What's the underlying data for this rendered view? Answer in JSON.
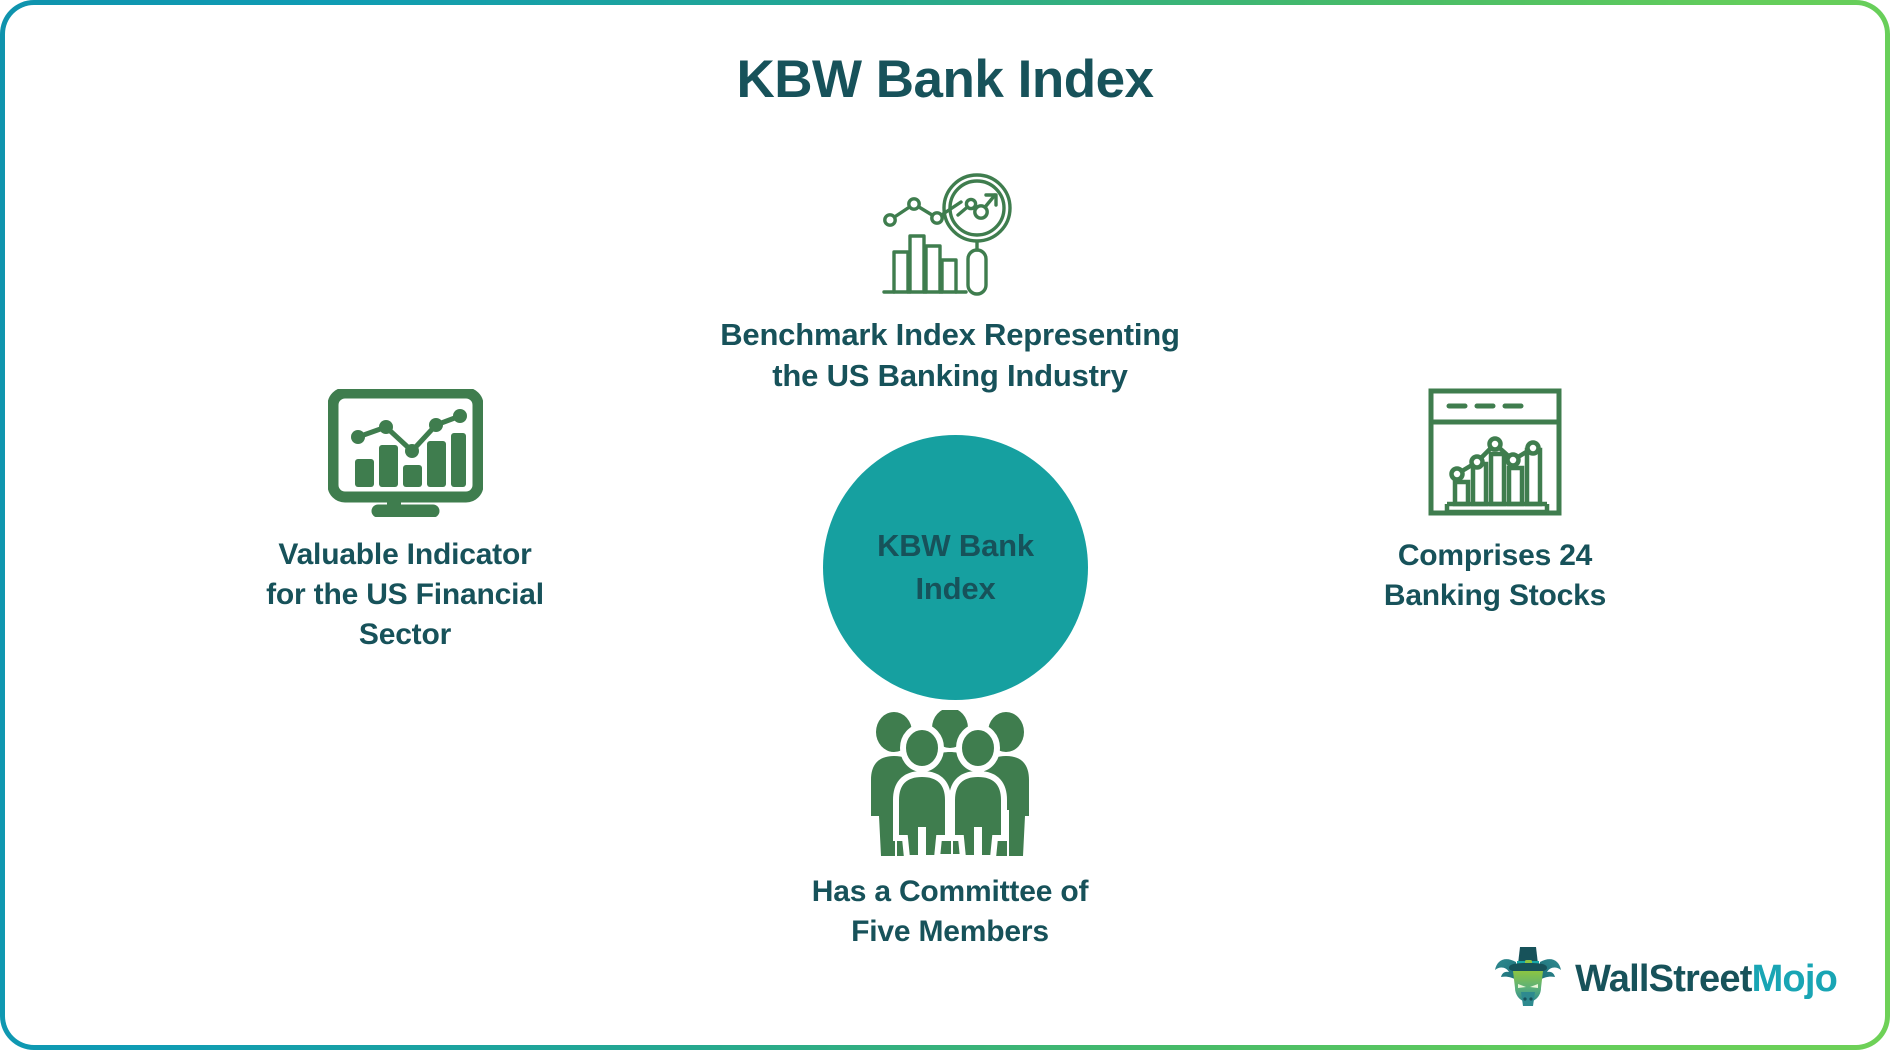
{
  "title": "KBW Bank Index",
  "colors": {
    "heading": "#17525a",
    "icon_green": "#3f7d4e",
    "center_fill": "#16a0a0",
    "border_start": "#0f93ad",
    "border_end": "#6ed157",
    "logo_primary": "#17525a",
    "logo_accent": "#19a5b4"
  },
  "center": {
    "line1": "KBW Bank",
    "line2": "Index"
  },
  "nodes": [
    {
      "id": "top",
      "icon": "magnifier-chart-icon",
      "label_line1": "Benchmark Index Representing",
      "label_line2": "the US Banking Industry"
    },
    {
      "id": "left",
      "icon": "monitor-bar-chart-icon",
      "label_line1": "Valuable Indicator",
      "label_line2": "for the US Financial",
      "label_line3": "Sector"
    },
    {
      "id": "right",
      "icon": "window-bar-chart-icon",
      "label_line1": "Comprises 24",
      "label_line2": "Banking Stocks"
    },
    {
      "id": "bottom",
      "icon": "five-people-group-icon",
      "label_line1": "Has a Committee of",
      "label_line2": "Five Members"
    }
  ],
  "logo": {
    "icon": "bull-mascot-icon",
    "text_primary": "WallStreet",
    "text_accent": "Mojo"
  }
}
